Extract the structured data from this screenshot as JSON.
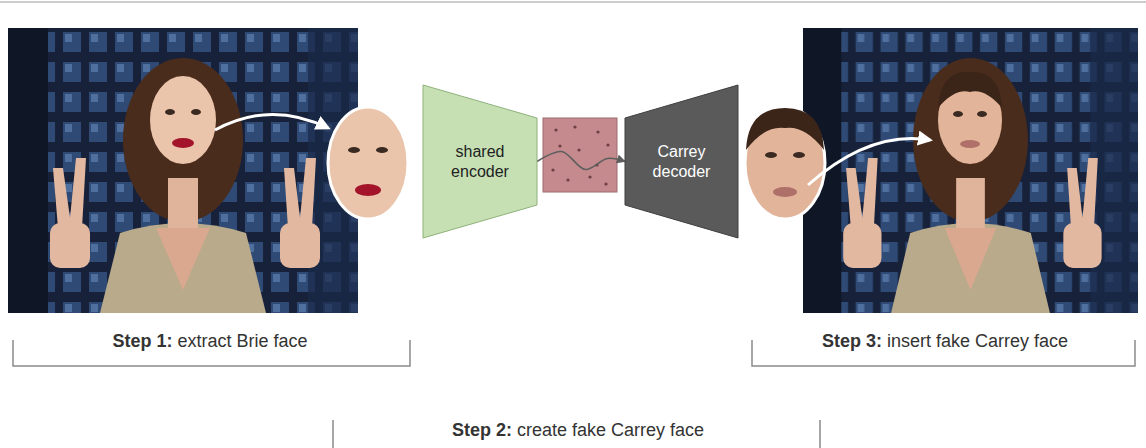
{
  "diagram": {
    "nodes": [
      {
        "text": [
          "shared encoder"
        ]
      },
      {
        "text": [
          "Carrey decoder"
        ]
      }
    ],
    "edges": [
      {
        "from": 0,
        "to": 1,
        "arrow": "to"
      }
    ],
    "labels": [
      "Step 1:",
      "extract Brie face",
      "Step 3:",
      "insert fake Carrey face",
      "Step 2:",
      "create fake Carrey face"
    ]
  }
}
